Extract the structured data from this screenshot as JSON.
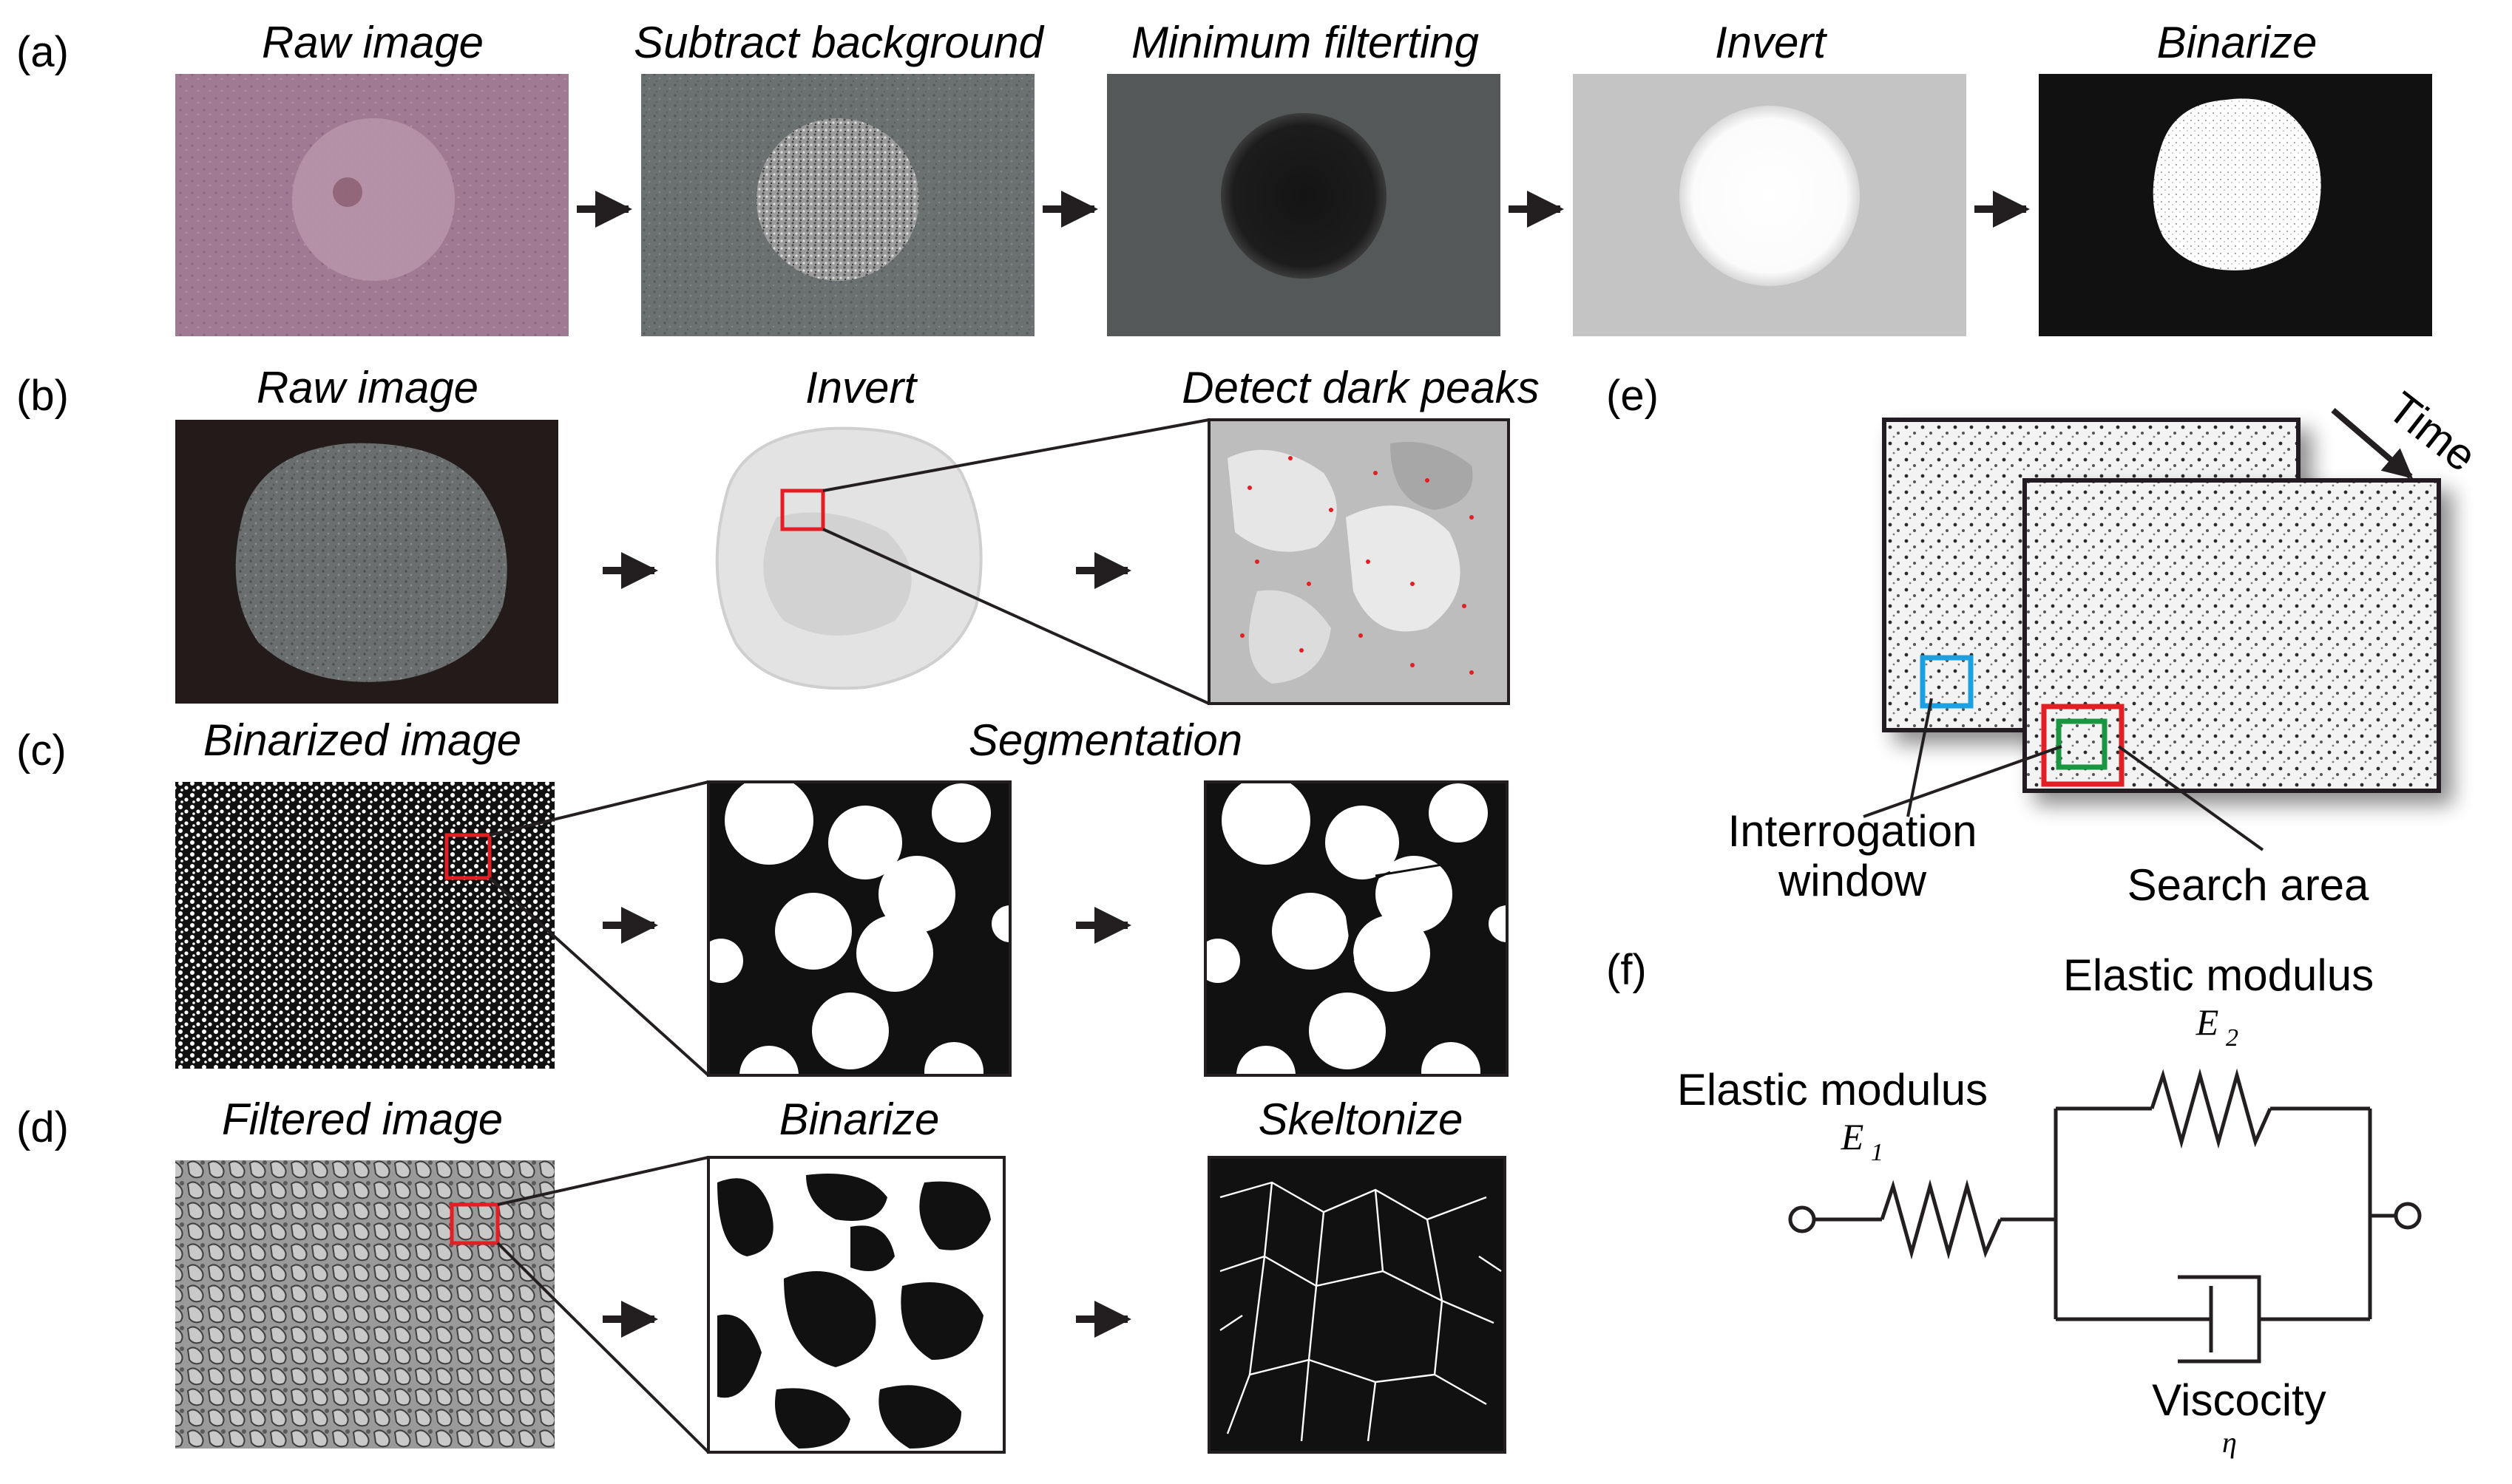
{
  "panels": {
    "a": {
      "label": "(a)",
      "captions": [
        "Raw image",
        "Subtract background",
        "Minimum filterting",
        "Invert",
        "Binarize"
      ]
    },
    "b": {
      "label": "(b)",
      "captions": [
        "Raw image",
        "Invert",
        "Detect dark peaks"
      ]
    },
    "c": {
      "label": "(c)",
      "captions": [
        "Binarized image",
        "Segmentation"
      ]
    },
    "d": {
      "label": "(d)",
      "captions": [
        "Filtered image",
        "Binarize",
        "Skeltonize"
      ]
    },
    "e": {
      "label": "(e)",
      "time": "Time",
      "interrogation_line1": "Interrogation",
      "interrogation_line2": "window",
      "search_area": "Search area",
      "colors": {
        "interrogation": "#1ba1e2",
        "search": "#e31e24",
        "inner": "#1a9641"
      }
    },
    "f": {
      "label": "(f)",
      "e2_label": "Elastic modulus",
      "e2_symbol": "E",
      "e2_sub": "2",
      "e1_label": "Elastic modulus",
      "e1_symbol": "E",
      "e1_sub": "1",
      "visc_label": "Viscocity",
      "visc_symbol": "η"
    }
  }
}
